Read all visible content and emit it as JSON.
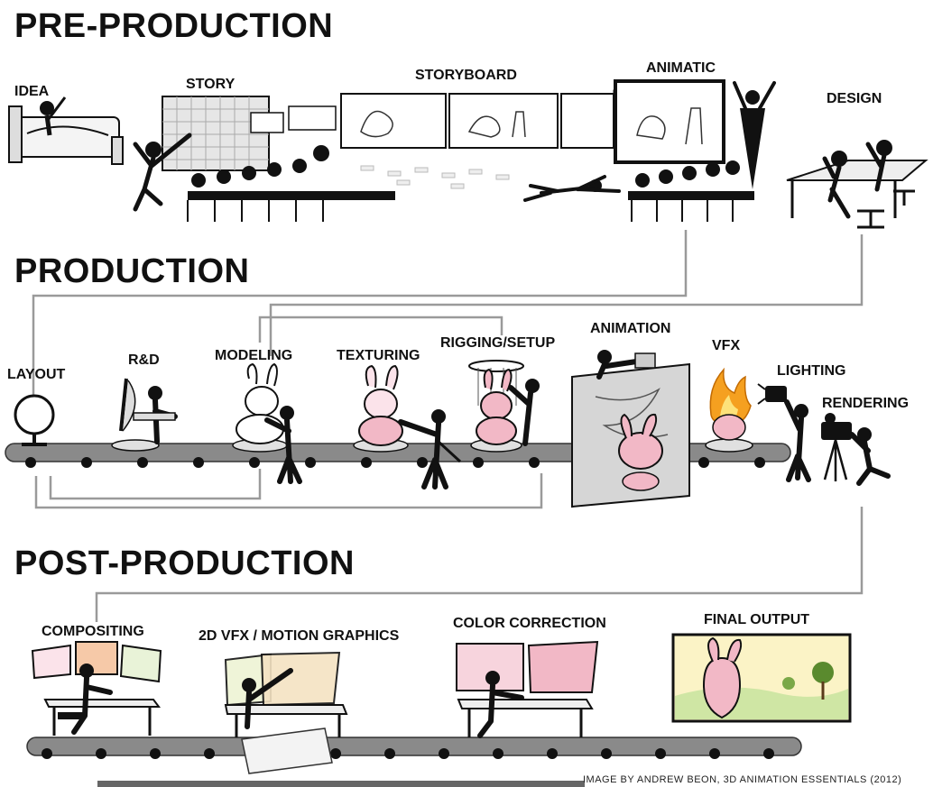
{
  "sections": {
    "pre_production": "PRE-PRODUCTION",
    "production": "PRODUCTION",
    "post_production": "POST-PRODUCTION"
  },
  "pre_production_stages": {
    "idea": "IDEA",
    "story": "STORY",
    "storyboard": "STORYBOARD",
    "animatic": "ANIMATIC",
    "design": "DESIGN"
  },
  "production_stages": {
    "layout": "LAYOUT",
    "r_and_d": "R&D",
    "modeling": "MODELING",
    "texturing": "TEXTURING",
    "rigging_setup": "RIGGING/SETUP",
    "animation": "ANIMATION",
    "vfx": "VFX",
    "lighting": "LIGHTING",
    "rendering": "RENDERING"
  },
  "post_production_stages": {
    "compositing": "COMPOSITING",
    "motion_graphics": "2D VFX / MOTION GRAPHICS",
    "color_correction": "COLOR CORRECTION",
    "final_output": "FINAL OUTPUT"
  },
  "credit": "IMAGE BY ANDREW BEON, 3D ANIMATION ESSENTIALS (2012)",
  "colors": {
    "ink": "#111111",
    "bunny_pink": "#f2b8c6",
    "flame": "#f5a020",
    "belt_gray": "#8a8a8a",
    "connector_gray": "#9a9a9a",
    "screen_green": "#cfe6a4",
    "screen_sky": "#fbf3c6"
  }
}
